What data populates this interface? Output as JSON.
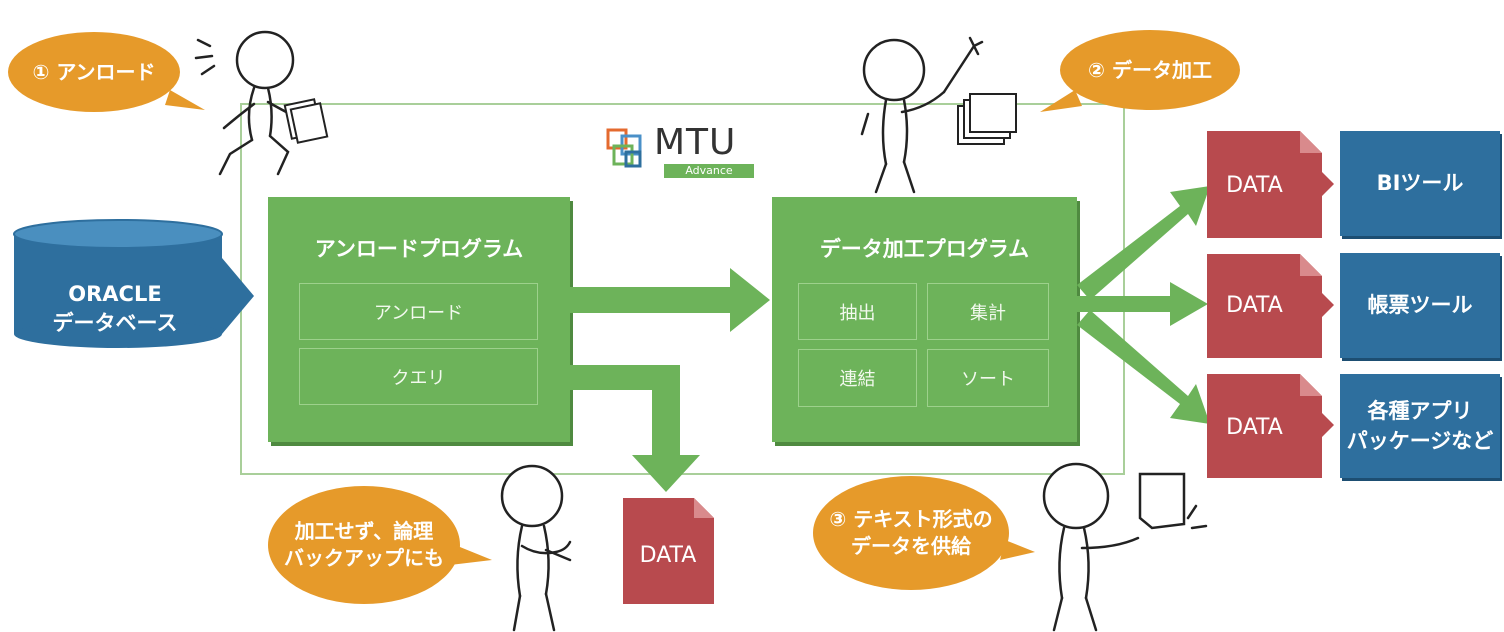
{
  "logo": {
    "brand": "MTU",
    "sub": "Advance"
  },
  "database": {
    "label": "ORACLE\nデータベース"
  },
  "bubbles": {
    "unload": "① アンロード",
    "process": "② データ加工",
    "backup": "加工せず、論理\nバックアップにも",
    "supply": "③ テキスト形式の\nデータを供給"
  },
  "unload_program": {
    "title": "アンロードプログラム",
    "items": [
      "アンロード",
      "クエリ"
    ]
  },
  "process_program": {
    "title": "データ加工プログラム",
    "items": [
      "抽出",
      "集計",
      "連結",
      "ソート"
    ]
  },
  "data_docs": [
    "DATA",
    "DATA",
    "DATA",
    "DATA"
  ],
  "tools": [
    "BIツール",
    "帳票ツール",
    "各種アプリ\nパッケージなど"
  ],
  "colors": {
    "green": "#6db35a",
    "orange": "#e69a2a",
    "red": "#b84a4e",
    "blue": "#2e6f9e"
  }
}
